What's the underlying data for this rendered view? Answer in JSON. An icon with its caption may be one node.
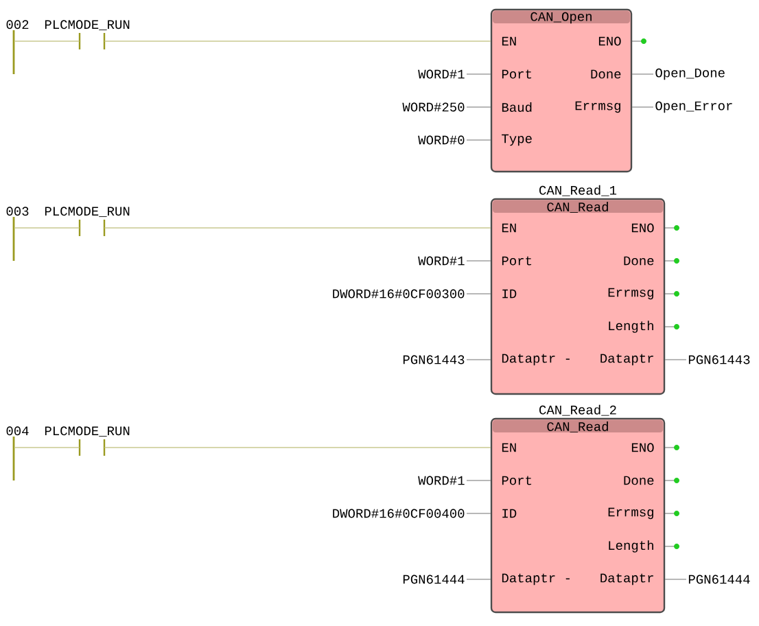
{
  "diagram": {
    "nodes": [
      {
        "text": [
          "PLCMODE_RUN"
        ]
      },
      {
        "text": [
          "CAN_Open",
          "EN",
          "ENO",
          "Port",
          "Done",
          "Baud",
          "Errmsg",
          "Type"
        ]
      },
      {
        "text": [
          "WORD#1"
        ]
      },
      {
        "text": [
          "Open_Done"
        ]
      },
      {
        "text": [
          "WORD#250"
        ]
      },
      {
        "text": [
          "Open_Error"
        ]
      },
      {
        "text": [
          "WORD#0"
        ]
      },
      {
        "text": [
          "PLCMODE_RUN"
        ]
      },
      {
        "text": [
          "CAN_Read",
          "EN",
          "ENO",
          "Port",
          "Done",
          "ID",
          "Errmsg",
          "Length",
          "Dataptr -",
          "Dataptr"
        ],
        "beside": [
          "CAN_Read_1"
        ]
      },
      {
        "text": [
          "WORD#1"
        ]
      },
      {
        "text": [
          "DWORD#16#0CF00300"
        ]
      },
      {
        "text": [
          "PGN61443"
        ]
      },
      {
        "text": [
          "PGN61443"
        ]
      },
      {
        "text": [
          "PLCMODE_RUN"
        ]
      },
      {
        "text": [
          "CAN_Read",
          "EN",
          "ENO",
          "Port",
          "Done",
          "ID",
          "Errmsg",
          "Length",
          "Dataptr -",
          "Dataptr"
        ],
        "beside": [
          "CAN_Read_2"
        ]
      },
      {
        "text": [
          "WORD#1"
        ]
      },
      {
        "text": [
          "DWORD#16#0CF00400"
        ]
      },
      {
        "text": [
          "PGN61444"
        ]
      },
      {
        "text": [
          "PGN61444"
        ]
      },
      {
        "text": [],
        "shape": "bar"
      },
      {
        "text": [],
        "shape": "bar"
      },
      {
        "text": [],
        "shape": "bar"
      }
    ],
    "edges": [
      {
        "from": 0,
        "to": 1,
        "arrow": "none",
        "color": "#c8c890"
      },
      {
        "from": 2,
        "to": 1,
        "arrow": "none"
      },
      {
        "from": 1,
        "to": 3,
        "arrow": "none"
      },
      {
        "from": 4,
        "to": 1,
        "arrow": "none"
      },
      {
        "from": 1,
        "to": 5,
        "arrow": "none"
      },
      {
        "from": 6,
        "to": 1,
        "arrow": "none"
      },
      {
        "from": 7,
        "to": 8,
        "arrow": "none",
        "color": "#c8c890"
      },
      {
        "from": 9,
        "to": 8,
        "arrow": "none"
      },
      {
        "from": 10,
        "to": 8,
        "arrow": "none"
      },
      {
        "from": 11,
        "to": 8,
        "arrow": "none"
      },
      {
        "from": 8,
        "to": 12,
        "arrow": "none"
      },
      {
        "from": 13,
        "to": 14,
        "arrow": "none",
        "color": "#c8c890"
      },
      {
        "from": 15,
        "to": 14,
        "arrow": "none"
      },
      {
        "from": 16,
        "to": 14,
        "arrow": "none"
      },
      {
        "from": 17,
        "to": 14,
        "arrow": "none"
      },
      {
        "from": 14,
        "to": 18,
        "arrow": "none"
      },
      {
        "from": 19,
        "to": 0,
        "arrow": "none",
        "color": "#c8c890"
      },
      {
        "from": 20,
        "to": 7,
        "arrow": "none",
        "color": "#c8c890"
      },
      {
        "from": 21,
        "to": 13,
        "arrow": "none",
        "color": "#c8c890"
      }
    ],
    "labels": [
      "002",
      "003",
      "004"
    ]
  }
}
